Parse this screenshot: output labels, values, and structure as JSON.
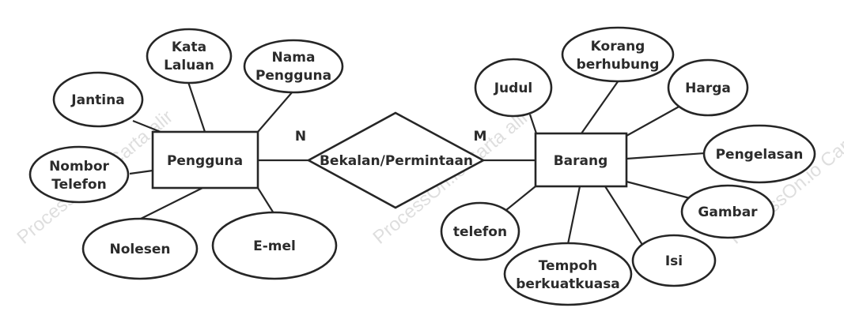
{
  "entities": {
    "pengguna": "Pengguna",
    "barang": "Barang"
  },
  "relationship": "Bekalan/Permintaan",
  "cardinality": {
    "left": "N",
    "right": "M"
  },
  "pengguna_attributes": {
    "kata_laluan": [
      "Kata",
      "Laluan"
    ],
    "nama_pengguna": [
      "Nama",
      "Pengguna"
    ],
    "jantina": [
      "Jantina"
    ],
    "nombor_telefon": [
      "Nombor",
      "Telefon"
    ],
    "nolesen": [
      "Nolesen"
    ],
    "e_mel": [
      "E-mel"
    ]
  },
  "barang_attributes": {
    "judul": [
      "Judul"
    ],
    "korang_berhubung": [
      "Korang",
      "berhubung"
    ],
    "harga": [
      "Harga"
    ],
    "pengelasan": [
      "Pengelasan"
    ],
    "gambar": [
      "Gambar"
    ],
    "isi": [
      "Isi"
    ],
    "tempoh_berkuatkuasa": [
      "Tempoh",
      "berkuatkuasa"
    ],
    "telefon": [
      "telefon"
    ]
  },
  "watermark": "ProcessOn.io Carta alir"
}
